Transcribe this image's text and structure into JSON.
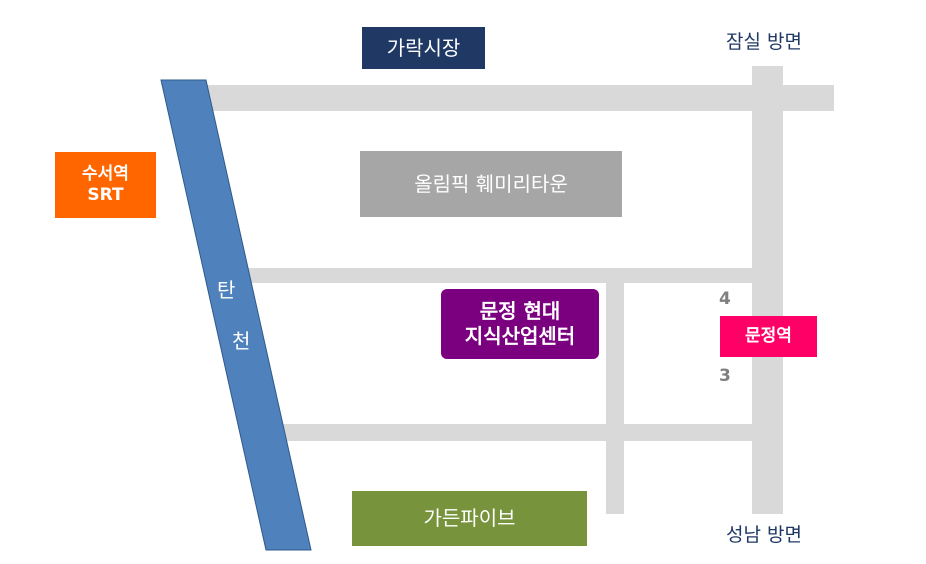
{
  "places": {
    "garak_market": "가락시장",
    "olympic_family_town": "올림픽 훼미리타운",
    "suseo_station": "수서역",
    "suseo_srt": "SRT",
    "munjeong_hyundai_line1": "문정 현대",
    "munjeong_hyundai_line2": "지식산업센터",
    "munjeong_station": "문정역",
    "garden_five": "가든파이브"
  },
  "stream": {
    "char1": "탄",
    "char2": "천"
  },
  "directions": {
    "jamsil": "잠실 방면",
    "seongnam": "성남 방면"
  },
  "exits": {
    "exit4": "4",
    "exit3": "3"
  },
  "colors": {
    "garak_market": "#1f3864",
    "olympic_family_town": "#a6a6a6",
    "suseo_station": "#ff6600",
    "munjeong_hyundai": "#7b0080",
    "munjeong_station": "#ff0066",
    "garden_five": "#77933c",
    "stream": "#4f81bd",
    "road": "#d9d9d9"
  }
}
